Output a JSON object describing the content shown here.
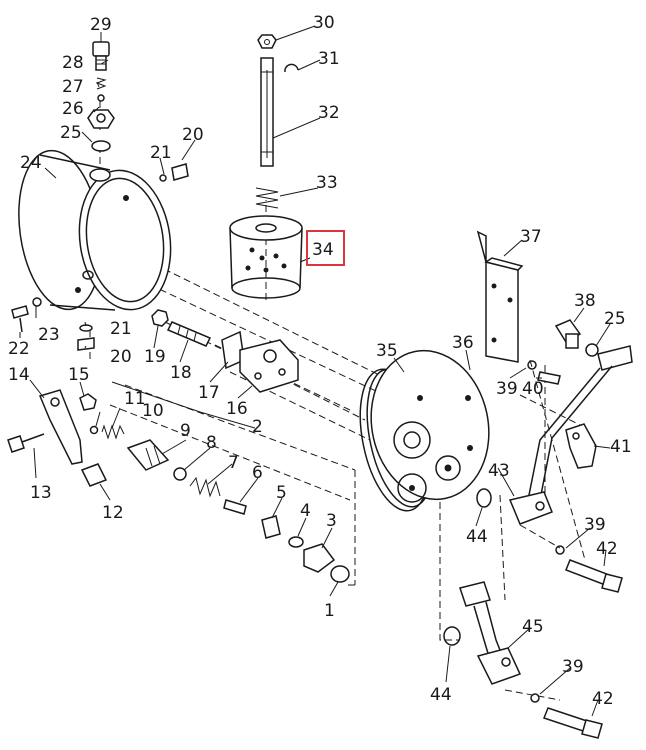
{
  "highlight_color": "#d9363e",
  "callouts": {
    "c1": "1",
    "c2": "2",
    "c3": "3",
    "c4": "4",
    "c5": "5",
    "c6": "6",
    "c7": "7",
    "c8": "8",
    "c9": "9",
    "c10": "10",
    "c11": "11",
    "c12": "12",
    "c13": "13",
    "c14": "14",
    "c15": "15",
    "c16": "16",
    "c17": "17",
    "c18": "18",
    "c19": "19",
    "c20a": "20",
    "c20b": "20",
    "c21a": "21",
    "c21b": "21",
    "c22": "22",
    "c23": "23",
    "c24": "24",
    "c25a": "25",
    "c25b": "25",
    "c26": "26",
    "c27": "27",
    "c28": "28",
    "c29": "29",
    "c30": "30",
    "c31": "31",
    "c32": "32",
    "c33": "33",
    "c34": "34",
    "c35": "35",
    "c36": "36",
    "c37": "37",
    "c38": "38",
    "c39a": "39",
    "c39b": "39",
    "c39c": "39",
    "c40": "40",
    "c41": "41",
    "c42a": "42",
    "c42b": "42",
    "c43": "43",
    "c44a": "44",
    "c44b": "44",
    "c45": "45"
  },
  "highlighted_callout": "34"
}
